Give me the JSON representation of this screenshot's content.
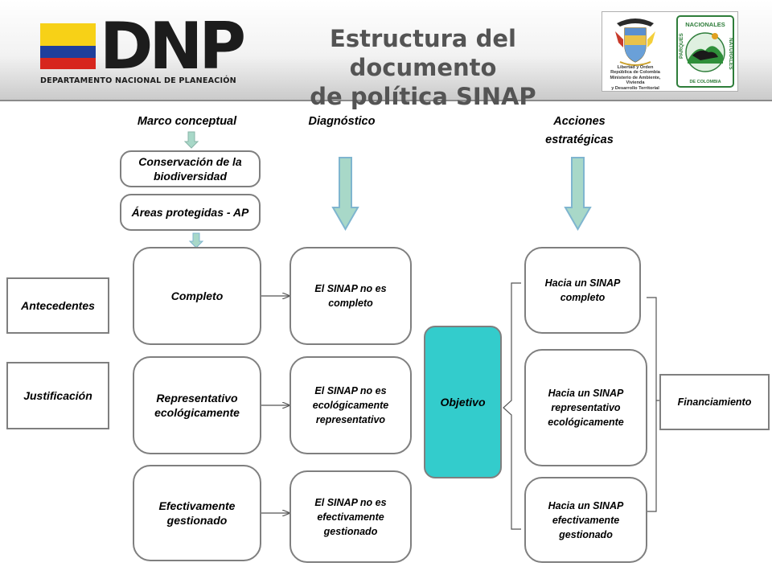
{
  "header": {
    "logo_word": "DNP",
    "logo_subtitle": "DEPARTAMENTO NACIONAL DE PLANEACIÓN",
    "title_line1": "Estructura del documento",
    "title_line2": "de política SINAP",
    "seal_ministry_lines": [
      "Libertad y Orden",
      "República de Colombia",
      "Ministerio de Ambiente, Vivienda",
      "y Desarrollo Territorial"
    ],
    "seal_parks_lines": [
      "PARQUES",
      "NACIONALES",
      "NATURALES",
      "DE COLOMBIA"
    ]
  },
  "columns": {
    "marco": "Marco conceptual",
    "diagnostico": "Diagnóstico",
    "acciones_line1": "Acciones",
    "acciones_line2": "estratégicas"
  },
  "concept_boxes": {
    "conservacion": "Conservación de la biodiversidad",
    "areas": "Áreas protegidas - AP"
  },
  "side_boxes": {
    "antecedentes": "Antecedentes",
    "justificacion": "Justificación",
    "financiamiento": "Financiamiento"
  },
  "marco_items": [
    "Completo",
    "Representativo ecológicamente",
    "Efectivamente gestionado"
  ],
  "diagnostico_items": [
    "El SINAP no es completo",
    "El SINAP no es ecológicamente representativo",
    "El SINAP no es efectivamente gestionado"
  ],
  "objective": "Objetivo",
  "acciones_items": [
    "Hacia un SINAP completo",
    "Hacia un SINAP representativo ecológicamente",
    "Hacia un SINAP efectivamente gestionado"
  ],
  "colors": {
    "objective_fill": "#33cccc",
    "arrow_fill": "#a8d8c8",
    "arrow_stroke": "#7fb5cf",
    "box_border": "#7f7f7f",
    "flag_yellow": "#f7d117",
    "flag_blue": "#1f3f9c",
    "flag_red": "#d7261e"
  }
}
